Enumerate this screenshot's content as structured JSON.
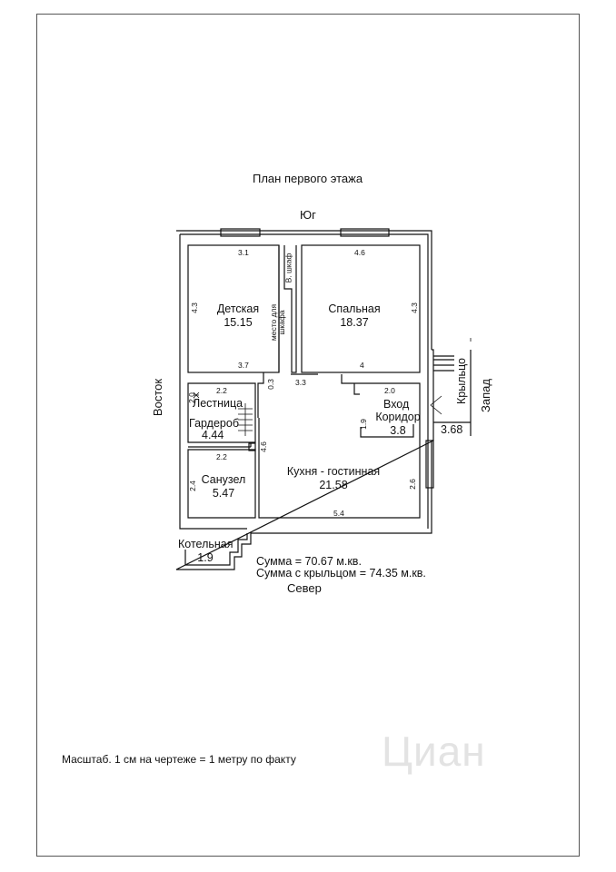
{
  "title": "План первого этажа",
  "directions": {
    "south": "Юг",
    "north": "Север",
    "east": "Восток",
    "west": "Запад"
  },
  "rooms": {
    "kids": {
      "name": "Детская",
      "area": "15.15"
    },
    "bedroom": {
      "name": "Спальная",
      "area": "18.37"
    },
    "stairs": {
      "name": "Лестница"
    },
    "wardrobe": {
      "name": "Гардероб",
      "area": "4.44"
    },
    "entrance": {
      "name": "Вход"
    },
    "corridor": {
      "name": "Коридор",
      "area": "3.8"
    },
    "porch": {
      "name": "Крыльцо",
      "area": "3.68"
    },
    "bathroom": {
      "name": "Санузел",
      "area": "5.47"
    },
    "kitchen": {
      "name": "Кухня - гостинная",
      "area": "21.58"
    },
    "boiler": {
      "name": "Котельная",
      "area": "1.9"
    },
    "closet": {
      "line1": "место для",
      "line2": "шкафа",
      "label": "В. шкаф"
    }
  },
  "dims": {
    "kids_top": "3.1",
    "kids_side": "4.3",
    "kids_bottom": "3.7",
    "bed_top": "4.6",
    "bed_side": "4.3",
    "bed_bottom": "4",
    "wall_gap": "0.3",
    "passage": "3.3",
    "stairs_top": "2.2",
    "stairs_side": "2.0",
    "corr_top": "2.0",
    "corr_side": "1.9",
    "bath_top": "2.2",
    "bath_side": "2.4",
    "kitchen_left": "4.6",
    "kitchen_right": "2.6",
    "kitchen_bottom": "5.4"
  },
  "totals": {
    "sum": "Сумма = 70.67 м.кв.",
    "sum_porch": "Сумма с крыльцом = 74.35 м.кв."
  },
  "scale_note": "Масштаб. 1 см на чертеже = 1 метру по факту",
  "watermark": "Циан"
}
